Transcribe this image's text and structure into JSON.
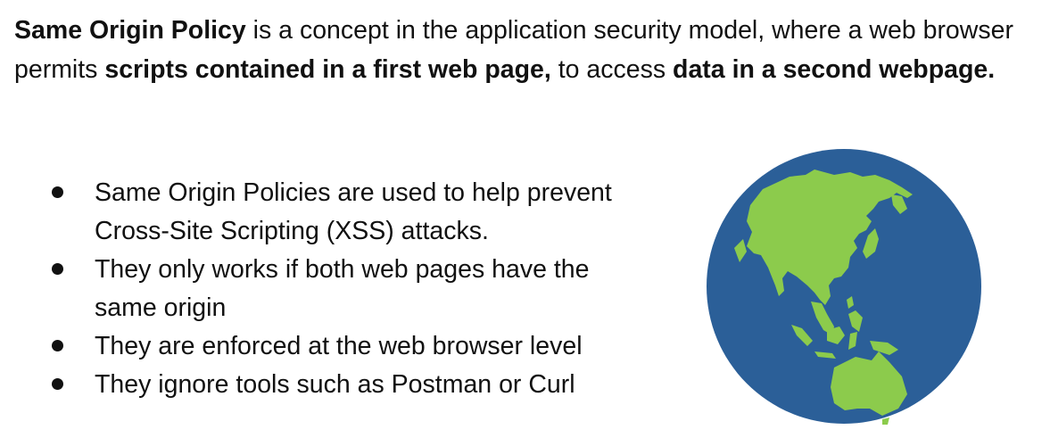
{
  "intro": {
    "term": "Same Origin Policy",
    "text_1": " is a concept in the application security model, where a web browser permits ",
    "bold_1": "scripts contained in a first web page,",
    "text_2": " to access ",
    "bold_2": "data in a second webpage."
  },
  "bullets": [
    {
      "text": "Same Origin Policies are used to help prevent Cross-Site Scripting (XSS) attacks."
    },
    {
      "text": "They only works if both web pages have the same origin"
    },
    {
      "text": "They are enforced at the web browser level"
    },
    {
      "text": "They ignore tools such as Postman or Curl"
    }
  ],
  "globe": {
    "icon": "globe-asia-australia-icon",
    "ocean_color": "#2B5F98",
    "land_color": "#8CCB4C"
  }
}
